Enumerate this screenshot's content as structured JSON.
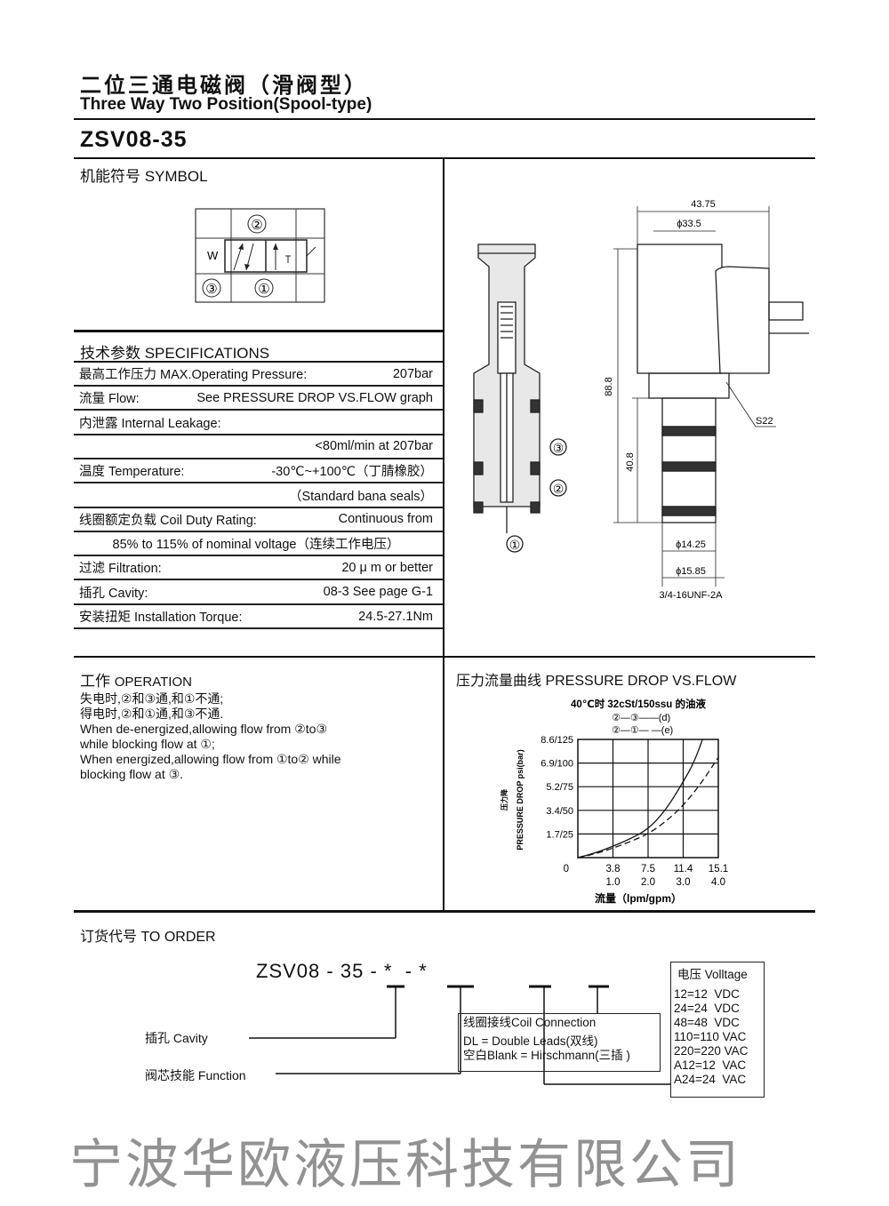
{
  "header": {
    "title_cn": "二位三通电磁阀（滑阀型）",
    "title_en": "Three Way Two Position(Spool-type)",
    "model": "ZSV08-35"
  },
  "symbol": {
    "heading": "机能符号 SYMBOL",
    "port_top": "②",
    "port_left": "③",
    "port_right": "①",
    "spring_label": "W"
  },
  "specifications": {
    "heading": "技术参数 SPECIFICATIONS",
    "rows": [
      {
        "label": "最高工作压力 MAX.Operating Pressure:",
        "value": "207bar"
      },
      {
        "label": "流量 Flow:",
        "value": "See PRESSURE DROP VS.FLOW graph"
      },
      {
        "label": "内泄露 Internal Leakage:",
        "value": ""
      },
      {
        "label": "",
        "value": "<80ml/min at 207bar"
      },
      {
        "label": "温度 Temperature:",
        "value": "-30℃~+100℃（丁腈橡胶）"
      },
      {
        "label": "",
        "value": "（Standard bana seals）"
      },
      {
        "label": "线圈额定负载 Coil Duty Rating:",
        "value": "Continuous from"
      },
      {
        "label": "",
        "value": "85% to 115% of nominal voltage（连续工作电压）"
      },
      {
        "label": "过滤 Filtration:",
        "value": "20 μ m or better"
      },
      {
        "label": "插孔 Cavity:",
        "value": "08-3 See page G-1"
      },
      {
        "label": "安装扭矩 Installation Torque:",
        "value": "24.5-27.1Nm"
      }
    ]
  },
  "watermark": "宁波华欧液压科技有限公司",
  "drawing": {
    "ports": [
      "③",
      "②",
      "①"
    ],
    "dim_width": "43.75",
    "dim_coil_dia": "ϕ33.5",
    "dim_height": "88.8",
    "dim_cartridge": "40.8",
    "dim_hex": "S22",
    "dim_d1": "ϕ14.25",
    "dim_d2": "ϕ15.85",
    "dim_thread": "3/4-16UNF-2A"
  },
  "operation": {
    "heading_cn": "工作",
    "heading_en": "OPERATION",
    "lines": [
      "失电时,②和③通,和①不通;",
      "得电时,②和①通,和③不通.",
      "When de-energized,allowing flow from ②to③",
      "while blocking flow at ①;",
      "When energized,allowing flow from ①to② while",
      "blocking flow at ③."
    ]
  },
  "chart_data": {
    "type": "line",
    "heading": "压力流量曲线 PRESSURE DROP VS.FLOW",
    "title": "40℃时 32cSt/150ssu 的油液",
    "legend": [
      {
        "label": "②—③——(d)",
        "style": "solid"
      },
      {
        "label": "②—①— —(e)",
        "style": "dashed"
      }
    ],
    "ylabel_cn": "压力降",
    "ylabel": "PRESSURE DROP psi(bar)",
    "xlabel": "流量（lpm/gpm）",
    "x_ticks_lpm": [
      "3.8",
      "7.5",
      "11.4",
      "15.1"
    ],
    "x_ticks_gpm": [
      "1.0",
      "2.0",
      "3.0",
      "4.0"
    ],
    "y_ticks": [
      "1.7/25",
      "3.4/50",
      "5.2/75",
      "6.9/100",
      "8.6/125"
    ],
    "origin_label": "0",
    "xlim": [
      0,
      4.0
    ],
    "ylim": [
      0,
      125
    ],
    "grid": true,
    "series": [
      {
        "name": "d",
        "x": [
          0,
          0.5,
          1.0,
          1.5,
          2.0,
          2.5,
          3.0,
          3.3,
          3.55
        ],
        "y": [
          0,
          5,
          12,
          20,
          30,
          50,
          80,
          100,
          125
        ]
      },
      {
        "name": "e",
        "x": [
          0,
          0.5,
          1.0,
          1.5,
          2.0,
          2.5,
          3.0,
          3.5,
          4.0
        ],
        "y": [
          0,
          4,
          10,
          17,
          25,
          38,
          55,
          78,
          106
        ]
      }
    ]
  },
  "order": {
    "heading": "订货代号 TO ORDER",
    "code_parts": [
      "ZSV08",
      "-",
      "35",
      "-",
      "*",
      "-",
      "*"
    ],
    "cavity_label": "插孔 Cavity",
    "function_label": "阀芯技能 Function",
    "coil_connection": {
      "title": "线圈接线Coil Connection",
      "options": [
        "DL = Double Leads(双线)",
        "空白Blank = Hirschmann(三插 )"
      ]
    },
    "voltage": {
      "title": "电压 Volltage",
      "options": [
        "12=12  VDC",
        "24=24  VDC",
        "48=48  VDC",
        "110=110 VAC",
        "220=220 VAC",
        "A12=12  VAC",
        "A24=24  VAC"
      ]
    }
  }
}
